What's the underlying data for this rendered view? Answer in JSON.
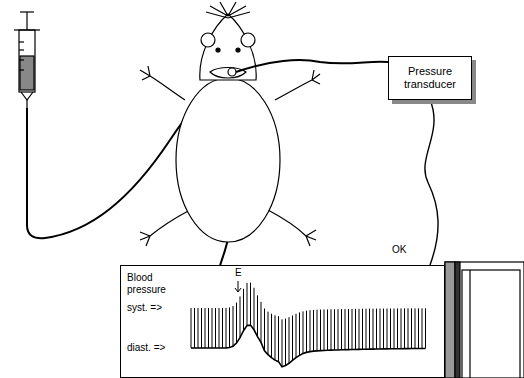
{
  "diagram": {
    "nodes": [
      {
        "text": [
          "Pressure transducer"
        ]
      },
      {
        "text": [
          "Blood pressure",
          "syst. =>",
          "diast. =>",
          "E"
        ]
      }
    ],
    "edges": [
      {
        "from": 0,
        "to": 1,
        "arrow": "none"
      }
    ],
    "labels": [
      "OK"
    ]
  }
}
